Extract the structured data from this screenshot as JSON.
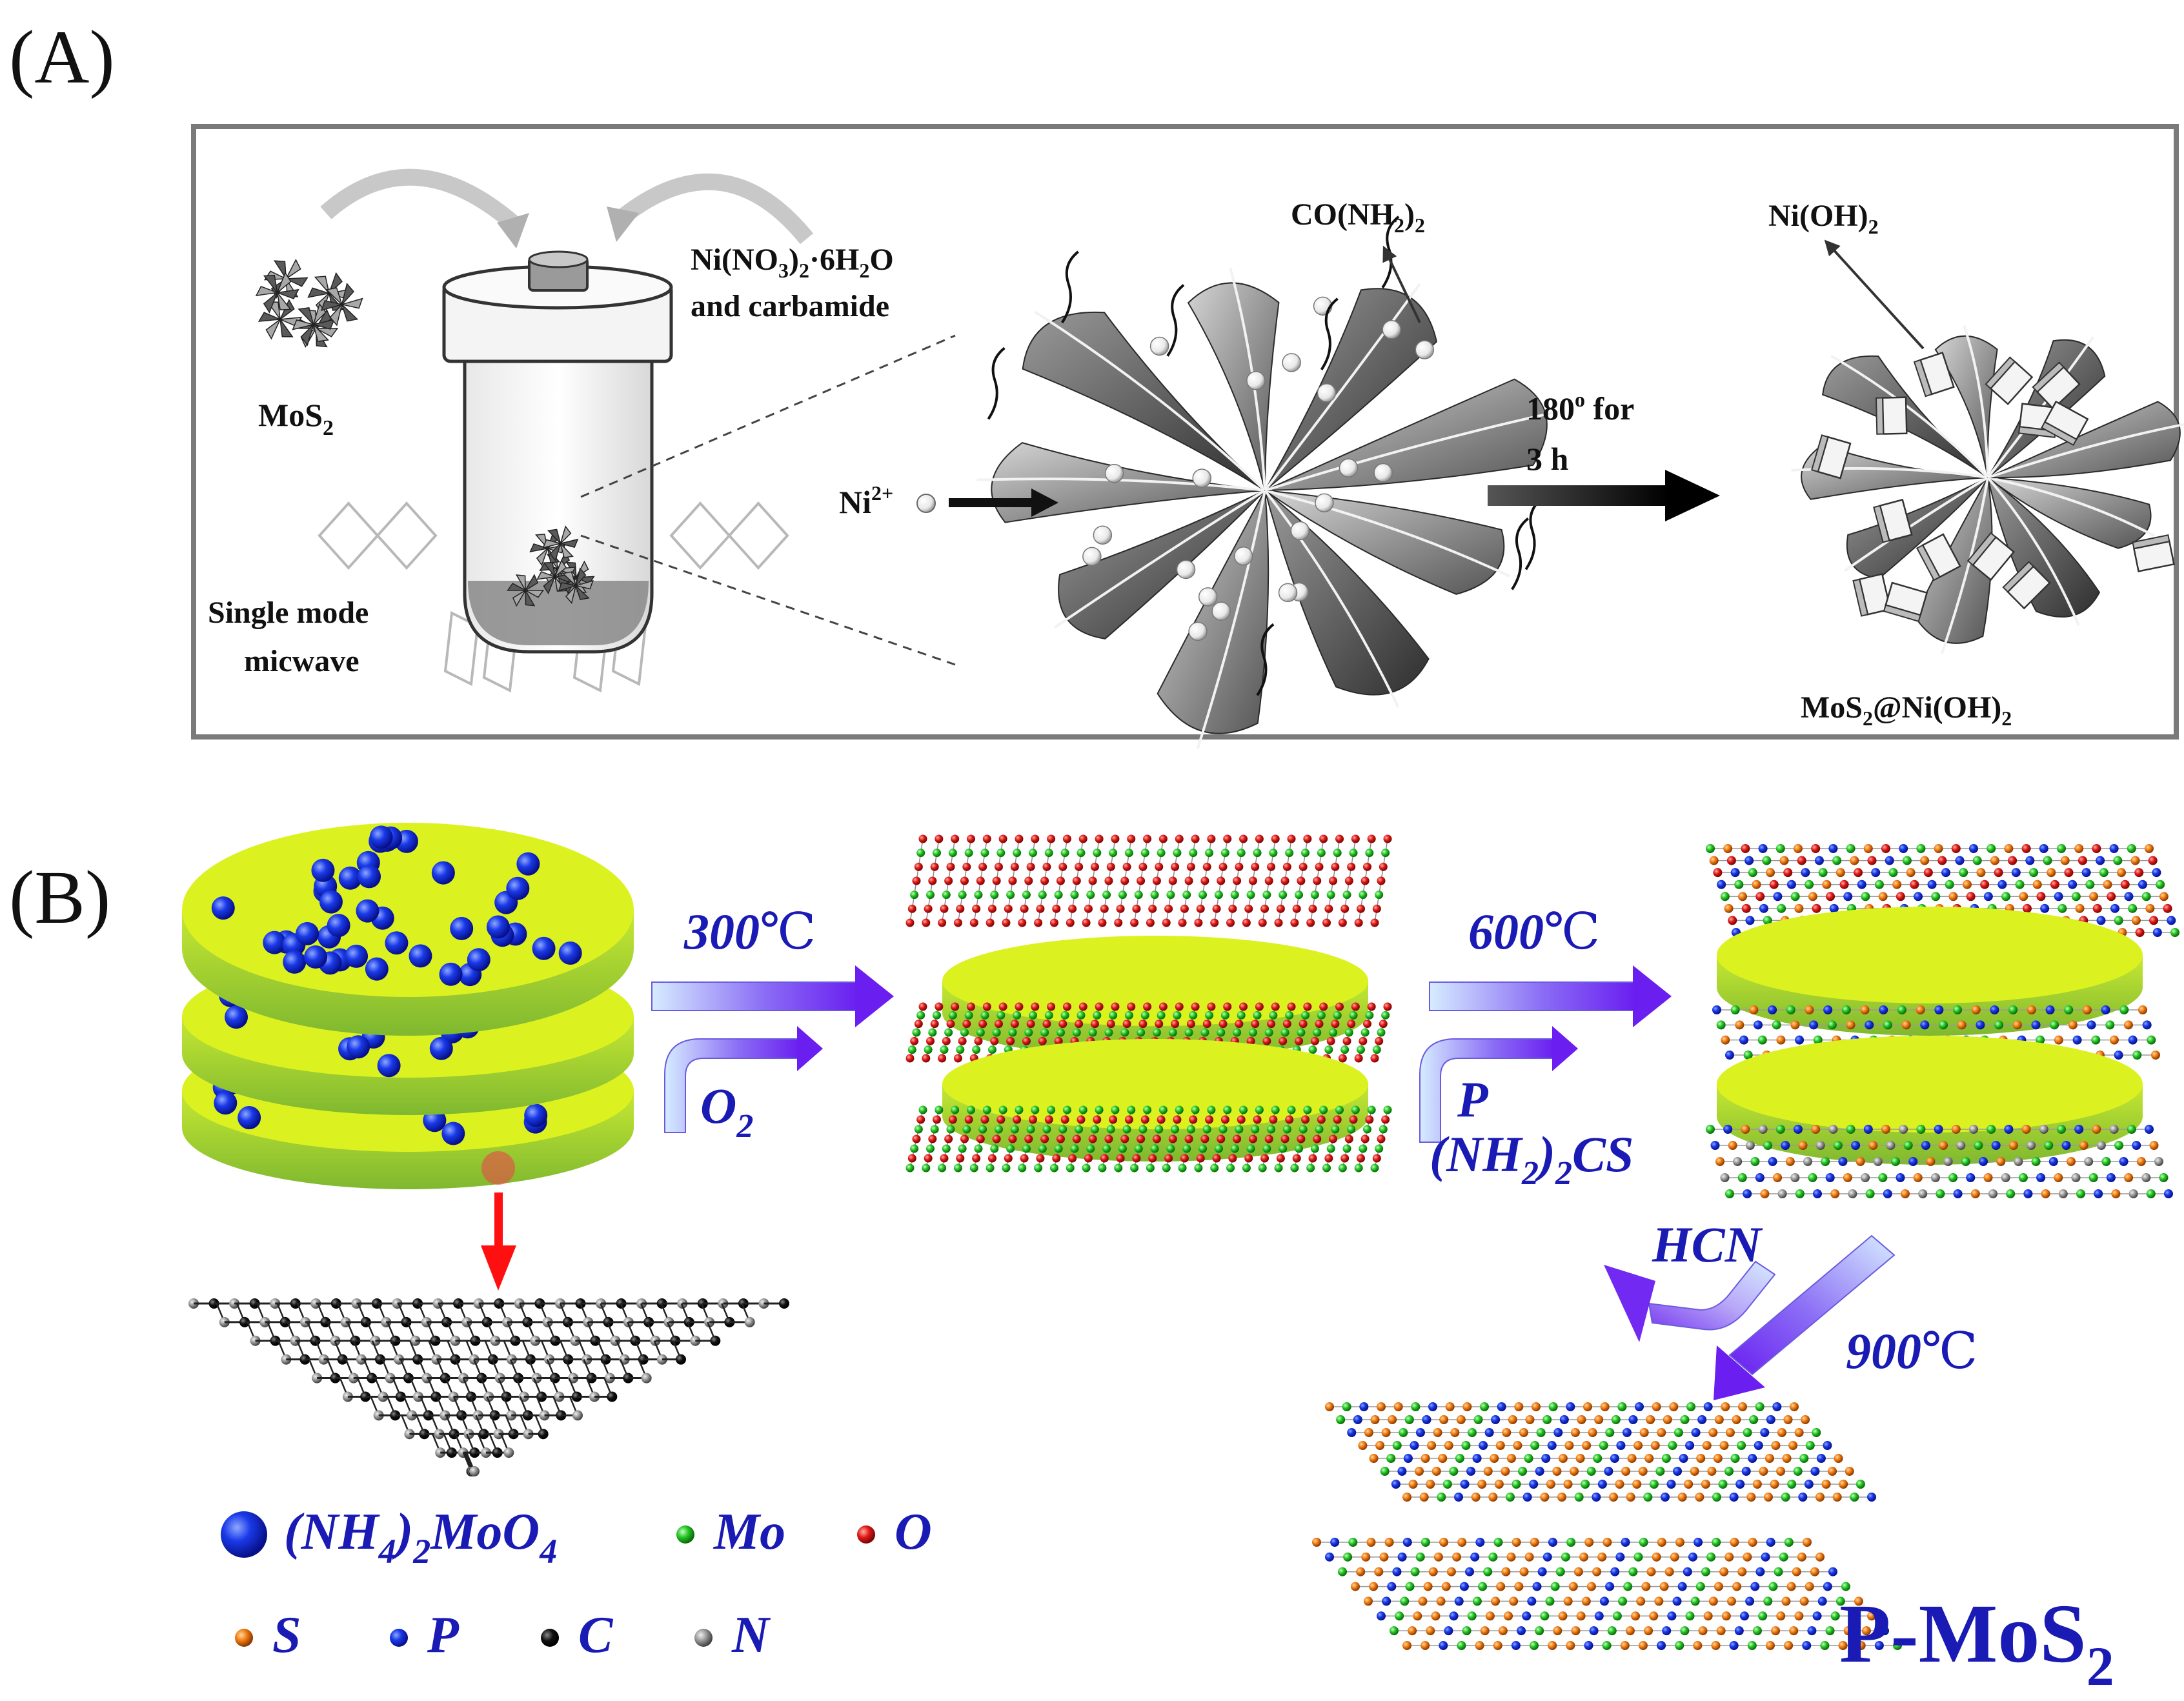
{
  "panel_a": {
    "panel_label": "(A)",
    "mos2_label": "MoS",
    "mos2_label_sub": "2",
    "reagent_line1": [
      "Ni(NO",
      "3",
      ")",
      "2",
      "·6H",
      "2",
      "O"
    ],
    "reagent_line2": "and carbamide",
    "microwave_line1": "Single mode",
    "microwave_line2": "micwave",
    "urea_label": [
      "CO(NH",
      "2",
      ")",
      "2"
    ],
    "ni_ion_label": "Ni",
    "ni_ion_sup": "2+",
    "condition_line1": "180",
    "condition_sup": "o",
    "condition_line1_tail": " for",
    "condition_line2": "3 h",
    "nioh_label": [
      "Ni(OH)",
      "2"
    ],
    "product_label": [
      "MoS",
      "2",
      "@Ni(OH)",
      "2"
    ]
  },
  "panel_b": {
    "panel_label": "(B)",
    "step1_temp": "300",
    "step1_unit": "℃",
    "step1_gas": "O",
    "step1_gas_sub": "2",
    "step2_temp": "600",
    "step2_unit": "℃",
    "step2_reagent1": "P",
    "step2_reagent2": [
      "(NH",
      "2",
      ")",
      "2",
      "CS"
    ],
    "step3_gas": "HCN",
    "step3_temp": "900",
    "step3_unit": "℃",
    "product_label": "P-MoS",
    "product_label_sub": "2",
    "legend": [
      {
        "label": [
          "(NH",
          "4",
          ")",
          "2",
          "MoO",
          "4"
        ],
        "color": "#1530e0",
        "icon": "large-sphere"
      },
      {
        "label": [
          "Mo"
        ],
        "color": "#22c422",
        "icon": "small-sphere"
      },
      {
        "label": [
          "O"
        ],
        "color": "#e01818",
        "icon": "small-sphere"
      },
      {
        "label": [
          "S"
        ],
        "color": "#f07a10",
        "icon": "small-sphere"
      },
      {
        "label": [
          "P"
        ],
        "color": "#1a3ae8",
        "icon": "small-sphere"
      },
      {
        "label": [
          "C"
        ],
        "color": "#111111",
        "icon": "small-sphere"
      },
      {
        "label": [
          "N"
        ],
        "color": "#888888",
        "icon": "small-sphere"
      }
    ]
  },
  "colors": {
    "disc_yellow": "#d8f020",
    "disc_edge": "#8ec63a",
    "arrow_purple": "#7a2cf0",
    "text_blue": "#1a1ab4",
    "red_arrow": "#ff1010"
  }
}
